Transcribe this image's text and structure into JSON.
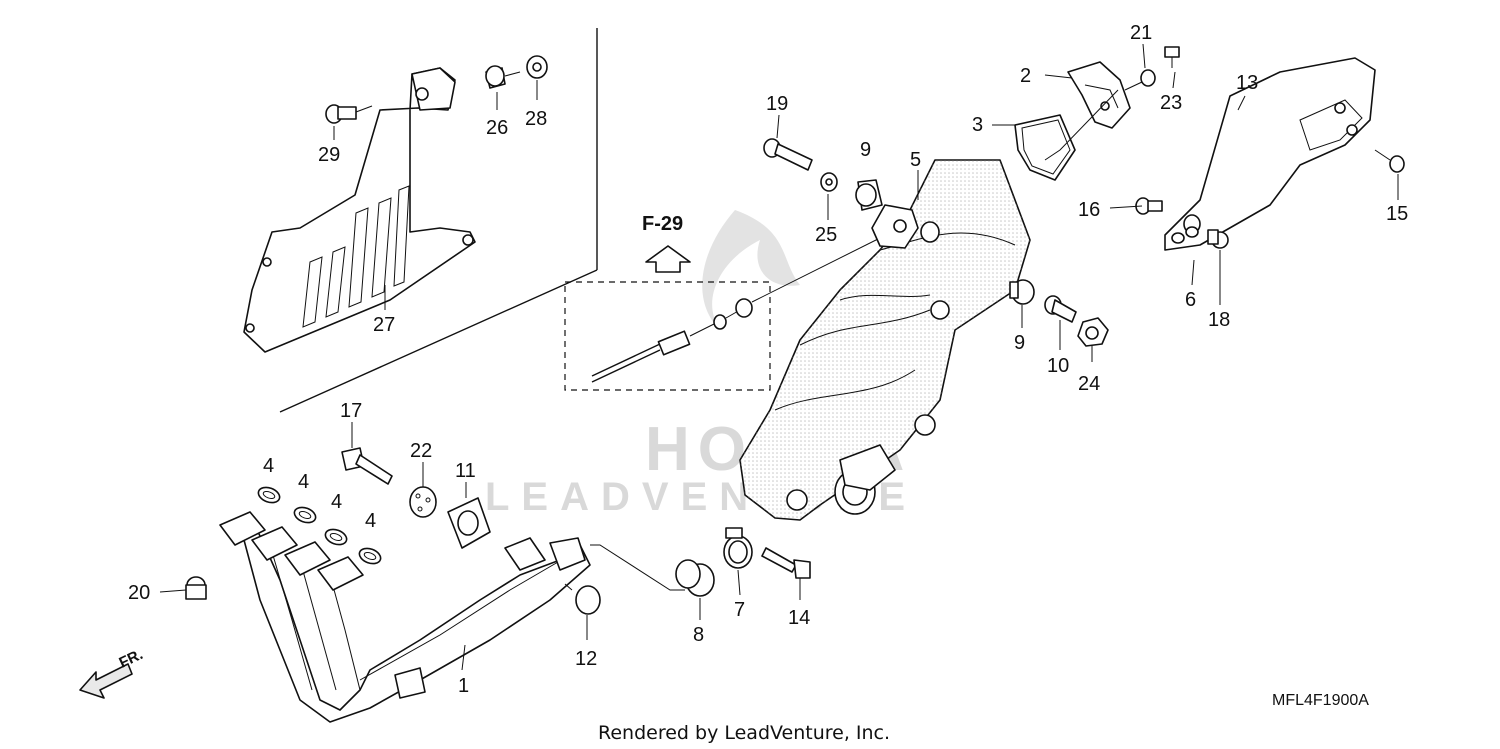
{
  "callouts": [
    "1",
    "2",
    "3",
    "4",
    "5",
    "6",
    "7",
    "8",
    "9",
    "10",
    "11",
    "12",
    "13",
    "14",
    "15",
    "16",
    "17",
    "18",
    "19",
    "20",
    "21",
    "22",
    "23",
    "24",
    "25",
    "26",
    "27",
    "28",
    "29"
  ],
  "reference_label": "F-29",
  "front_label": "FR.",
  "diagram_code": "MFL4F1900A",
  "footer_text": "Rendered by LeadVenture, Inc.",
  "watermark": {
    "brand": "HONDA",
    "text": "LEADVENTURE"
  },
  "colors": {
    "line": "#111111",
    "watermark": "#d9d9d9",
    "background": "#ffffff"
  }
}
